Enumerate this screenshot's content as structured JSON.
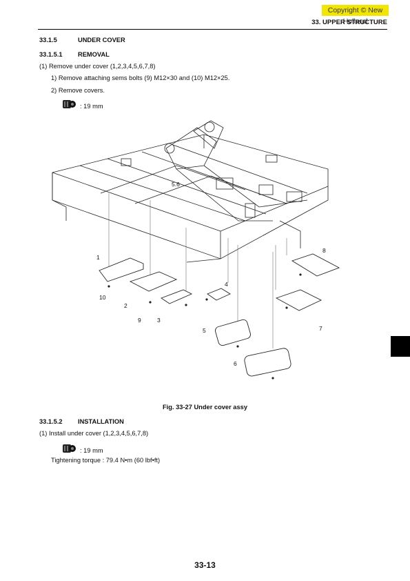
{
  "header": {
    "copyright": "Copyright © New Holland",
    "chapter": "33. UPPER STRUCTURE"
  },
  "section": {
    "number": "33.1.5",
    "title": "UNDER COVER"
  },
  "removal": {
    "number": "33.1.5.1",
    "title": "REMOVAL",
    "step": "(1)  Remove under cover (1,2,3,4,5,6,7,8)",
    "sub1": "1)   Remove attaching sems bolts (9) M12×30 and (10) M12×25.",
    "sub2": "2)   Remove covers.",
    "tool": ": 19 mm"
  },
  "figure": {
    "caption": "Fig. 33-27 Under cover assy",
    "frame_label": "5.6",
    "callouts": [
      "1",
      "2",
      "3",
      "4",
      "5",
      "6",
      "7",
      "8",
      "9",
      "10"
    ]
  },
  "installation": {
    "number": "33.1.5.2",
    "title": "INSTALLATION",
    "step": "(1)  Install under cover (1,2,3,4,5,6,7,8)",
    "tool": ": 19 mm",
    "torque": "Tightening torque : 79.4 N•m (60 lbf•ft)"
  },
  "footer": {
    "page_number": "33-13"
  },
  "colors": {
    "copyright_bg": "#f2e600",
    "tab": "#000000"
  },
  "icons": [
    "socket-wrench-icon"
  ]
}
